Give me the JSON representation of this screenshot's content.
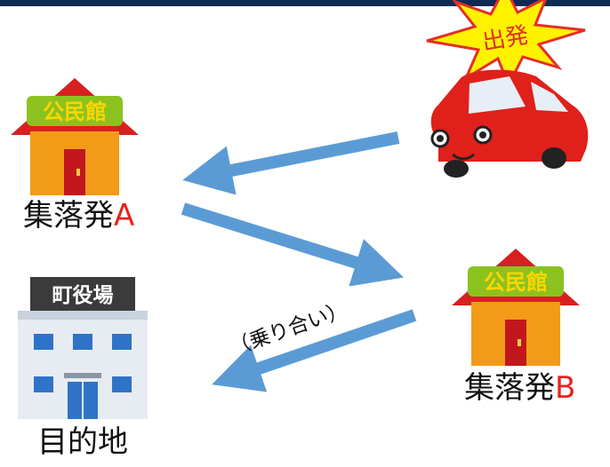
{
  "colors": {
    "arrow": "#5b9bd5",
    "roof": "#d7201f",
    "wall": "#f39b18",
    "door": "#c3161b",
    "sign_bg": "#8cc21f",
    "sign_text": "#ffd600",
    "car": "#e0201b",
    "burst_fill": "#fff200",
    "burst_stroke": "#e42e27",
    "building_wall": "#e7ecf2",
    "building_window": "#2f73c8",
    "building_sign_bg": "#3b3b3b"
  },
  "start_burst": {
    "text": "出発"
  },
  "car": {
    "icon": "car-icon"
  },
  "hall_a": {
    "sign": "公民館",
    "label_prefix": "集落発",
    "label_suffix": "A"
  },
  "hall_b": {
    "sign": "公民館",
    "label_prefix": "集落発",
    "label_suffix": "B"
  },
  "town_hall": {
    "sign": "町役場",
    "label": "目的地"
  },
  "ride_share_label": "（乗り合い）"
}
